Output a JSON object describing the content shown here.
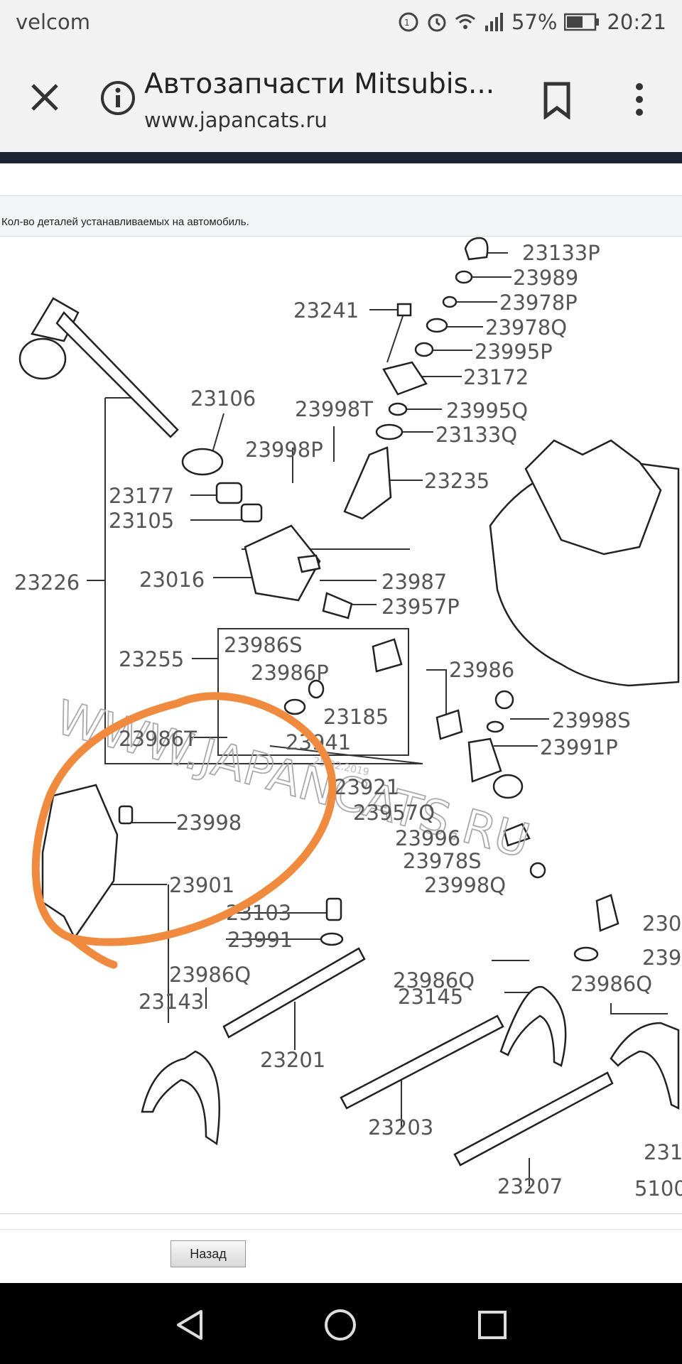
{
  "status": {
    "carrier": "velcom",
    "battery": "57%",
    "time": "20:21"
  },
  "toolbar": {
    "title": "Автозапчасти Mitsubis...",
    "url": "www.japancats.ru"
  },
  "page": {
    "qty_note": "Кол-во деталей устанавливаемых на автомобиль.",
    "back_label": "Назад"
  },
  "diagram": {
    "watermark": "WWW.JAPANCATS.RU",
    "date_stamp": "25.02.2019",
    "parts": [
      "23133P",
      "23989",
      "23978P",
      "23978Q",
      "23995P",
      "23172",
      "23995Q",
      "23133Q",
      "23235",
      "23241",
      "23998T",
      "23998P",
      "23106",
      "23177",
      "23105",
      "23226",
      "23016",
      "23987",
      "23957P",
      "23255",
      "23986S",
      "23986P",
      "23185",
      "23941",
      "23986T",
      "23986",
      "23998S",
      "23991P",
      "23921",
      "23957Q",
      "23996",
      "23978S",
      "23998Q",
      "23998",
      "23901",
      "23103",
      "23991",
      "23986Q",
      "23143",
      "23201",
      "23145",
      "23203",
      "23207",
      "230",
      "239",
      "231",
      "5100"
    ],
    "highlight_color": "#f08a3e"
  },
  "icons": [
    "close-icon",
    "info-icon",
    "bookmark-icon",
    "more-vert-icon",
    "back-triangle-icon",
    "home-circle-icon",
    "recents-square-icon"
  ]
}
